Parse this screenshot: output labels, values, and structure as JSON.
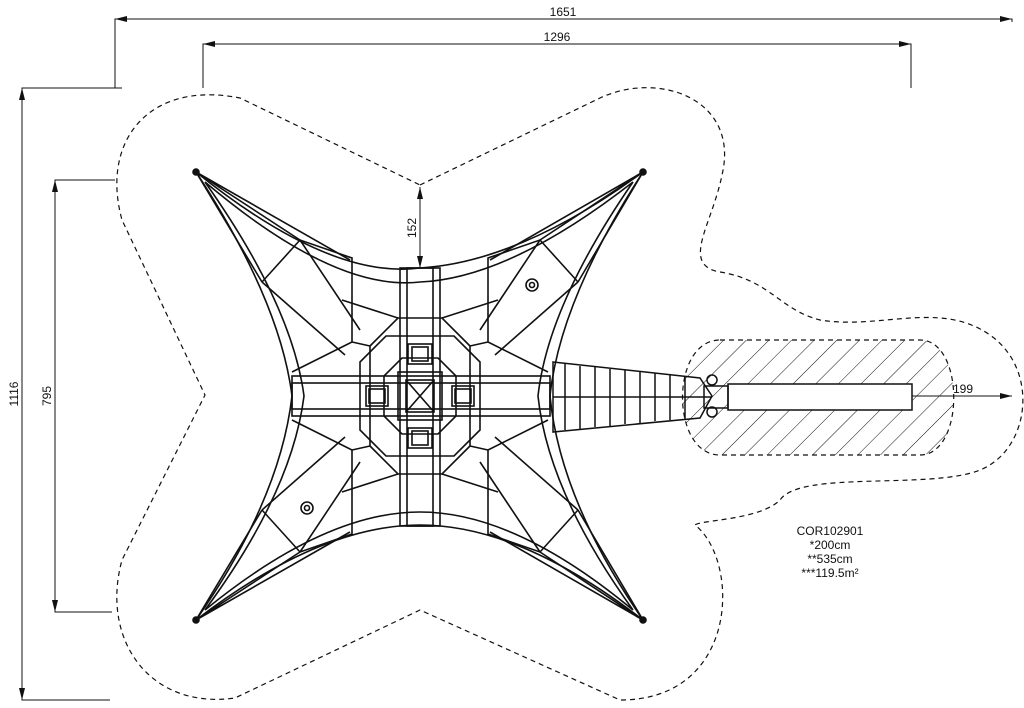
{
  "dimensions": {
    "overall_width": "1651",
    "structure_width": "1296",
    "overall_height": "1116",
    "structure_height": "795",
    "offset": "152",
    "slide_zone": "199"
  },
  "product": {
    "code": "COR102901",
    "free_fall_height": "*200cm",
    "total_height": "**535cm",
    "safety_area": "***119.5m²"
  }
}
